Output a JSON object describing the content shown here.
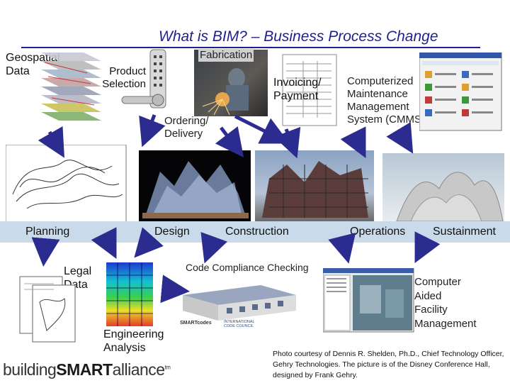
{
  "title": "What is BIM? – Business Process Change",
  "labels": {
    "geospatial": "Geospatial\nData",
    "product": "Product\nSelection",
    "fabrication": "Fabrication",
    "invoicing": "Invoicing/\nPayment",
    "cmms": "Computerized\nMaintenance\nManagement\nSystem (CMMS)",
    "ordering": "Ordering/\nDelivery",
    "legal": "Legal\nData",
    "code_compliance": "Code Compliance Checking",
    "engineering": "Engineering\nAnalysis",
    "cafm": "Computer\nAided\nFacility\nManagement"
  },
  "stages": [
    "Planning",
    "Design",
    "Construction",
    "Operations",
    "Sustainment"
  ],
  "credit": "Photo courtesy of Dennis R. Shelden, Ph.D., Chief Technology Officer, Gehry Technologies. The picture is of the Disney Conference Hall, designed by Frank Gehry.",
  "logo": {
    "prefix": "building",
    "bold": "SMART",
    "suffix": "alliance",
    "mark": "tm"
  },
  "logos_small": {
    "smartcodes": "SMARTcodes",
    "icc": "INTERNATIONAL CODE COUNCIL"
  },
  "colors": {
    "title": "#1f1f8f",
    "arrow": "#2b2b90",
    "band": "#c9dbea"
  }
}
